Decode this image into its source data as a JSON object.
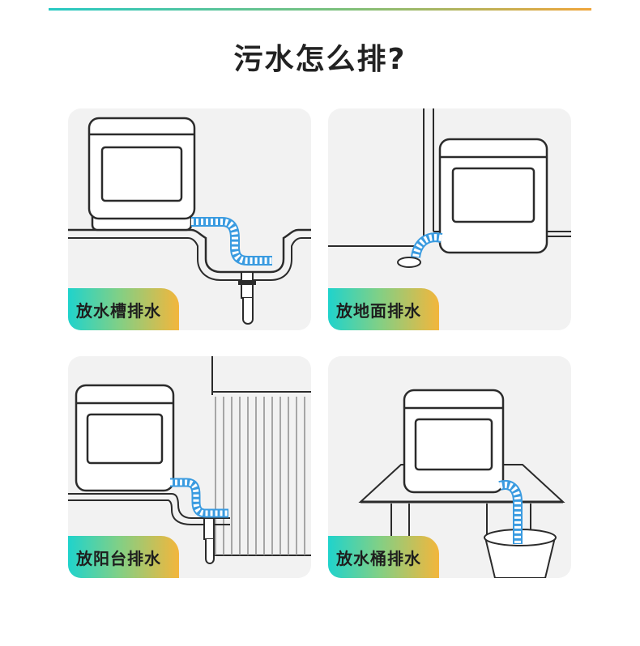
{
  "title": "污水怎么排?",
  "cards": [
    {
      "label": "放水槽排水"
    },
    {
      "label": "放地面排水"
    },
    {
      "label": "放阳台排水"
    },
    {
      "label": "放水桶排水"
    }
  ],
  "colors": {
    "hose_blue": "#3a9be0",
    "line_dark": "#2b2b2b",
    "card_bg": "#f2f2f2",
    "badge_start": "#1fd3cc",
    "badge_end": "#f3b63c"
  },
  "icons": [
    "dishwasher-icon",
    "sink-drain-icon",
    "floor-drain-icon",
    "balcony-drain-icon",
    "water-bucket-icon"
  ]
}
